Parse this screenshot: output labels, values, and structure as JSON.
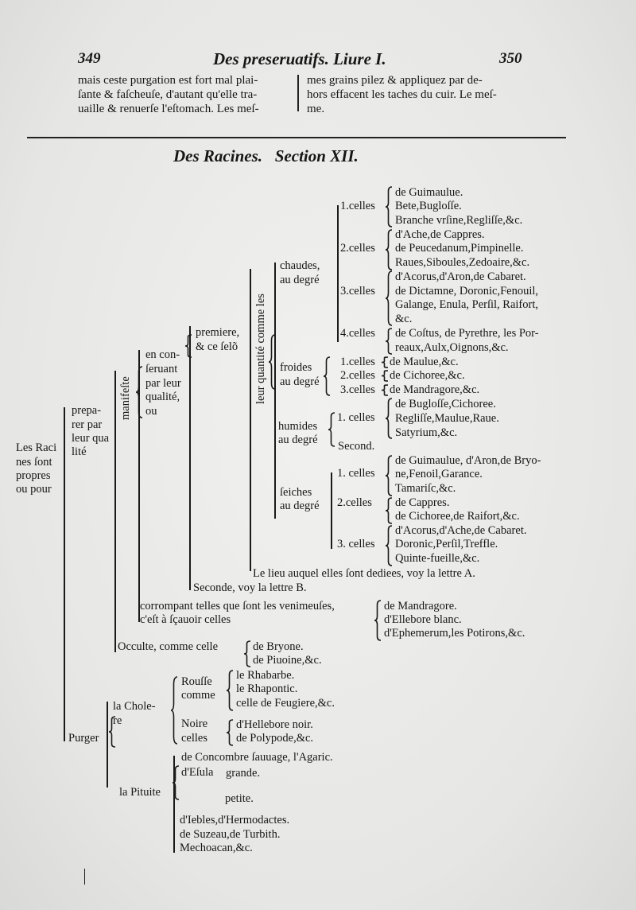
{
  "header": {
    "page_left": "349",
    "title": "Des preseruatifs. Liure I.",
    "page_right": "350"
  },
  "top_text": {
    "left_col": [
      "mais ceste purgation est fort mal plai-",
      "ſante & faſcheuſe, d'autant qu'elle tra-",
      "uaille & renuerſe l'eſtomach. Les meſ-"
    ],
    "right_col": [
      "mes grains pilez & appliquez par de-",
      "hors effacent les taches du cuir. Le meſ-",
      "me."
    ]
  },
  "section_title": "Des Racines.   Section XII.",
  "vertical_labels": {
    "manifeste": "manifeſte",
    "quantite": "leur quantité comme les"
  },
  "entries": [
    "de Guimaulue.",
    "Bete,Bugloſſe.",
    "Branche vrſine,Regliſſe,&c.",
    "d'Ache,de Cappres.",
    "de Peucedanum,Pimpinelle.",
    "Raues,Siboules,Zedoaire,&c.",
    "d'Acorus,d'Aron,de Cabaret.",
    "de Dictamne, Doronic,Fenouil,",
    "Galange, Enula, Perſil, Raifort,",
    "&c.",
    "de Coſtus, de Pyrethre, les Por-",
    "reaux,Aulx,Oignons,&c.",
    "de Maulue,&c.",
    "de Cichoree,&c.",
    "de Mandragore,&c.",
    "de Bugloſſe,Cichoree.",
    "Regliſſe,Maulue,Raue.",
    "Satyrium,&c.",
    "Second.",
    "de Guimaulue, d'Aron,de Bryo-",
    "ne,Fenoil,Garance.",
    "Tamariſc,&c.",
    "de Cappres.",
    "de Cichoree,de Raifort,&c.",
    "d'Acorus,d'Ache,de Cabaret.",
    "Doronic,Perſil,Treffle.",
    "Quinte-fueille,&c.",
    "Le lieu auquel elles ſont dediees, voy la lettre A.",
    "Seconde, voy la lettre B.",
    "corrompant telles que ſont les venimeuſes,",
    "c'eſt à ſçauoir celles",
    "de Mandragore.",
    "d'Ellebore blanc.",
    "d'Ephemerum,les Potirons,&c.",
    "Occulte, comme celle",
    "de Bryone.",
    "de Piuoine,&c.",
    "le Rhabarbe.",
    "le Rhapontic.",
    "celle de Feugiere,&c.",
    "Rouſſe",
    "comme",
    "Noire",
    "celles",
    "d'Hellebore noir.",
    "de Polypode,&c.",
    "la Chole-",
    "re",
    "Purger",
    "de Concombre ſauuage, l'Agaric.",
    "d'Eſula",
    "grande.",
    "petite.",
    "la Pituite",
    "d'Iebles,d'Hermodactes.",
    "de Suzeau,de Turbith.",
    "Mechoacan,&c.",
    "1.celles",
    "2.celles",
    "3.celles",
    "4.celles",
    "chaudes,",
    "au degré",
    "froides",
    "au degré",
    "1.celles",
    "2.celles",
    "3.celles",
    "humides",
    "au degré",
    "1. celles",
    "ſeiches",
    "au degré",
    "1. celles",
    "2.celles",
    "3. celles",
    "premiere,",
    "& ce ſelõ",
    "en con-",
    "ſeruant",
    "par leur",
    "qualité,",
    "ou",
    "prepa-",
    "rer par",
    "leur qua",
    "lité",
    "Les Raci",
    "nes ſont",
    "propres",
    "ou pour"
  ]
}
